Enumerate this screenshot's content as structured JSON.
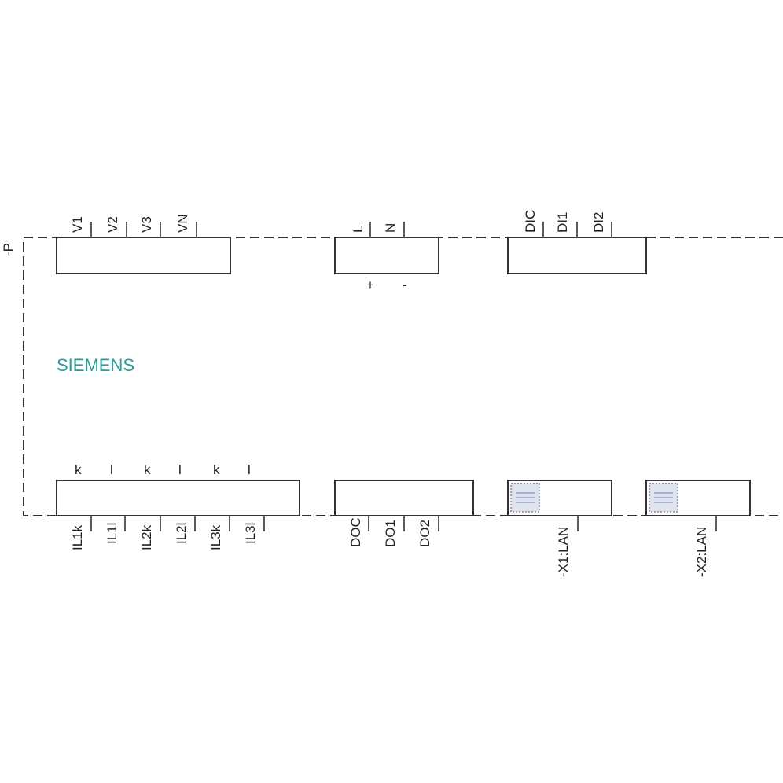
{
  "device": {
    "ref_mark": "-P",
    "brand": "SIEMENS",
    "brand_color": "#2a9d9b"
  },
  "top_terminals": {
    "voltage": [
      "V1",
      "V2",
      "V3",
      "VN"
    ],
    "power": [
      "L",
      "N"
    ],
    "power_polarity": [
      "+",
      "-"
    ],
    "digital_in": [
      "DIC",
      "DI1",
      "DI2"
    ]
  },
  "bottom_terminals": {
    "current_marks": [
      "k",
      "l",
      "k",
      "l",
      "k",
      "l"
    ],
    "current": [
      "IL1k",
      "IL1l",
      "IL2k",
      "IL2l",
      "IL3k",
      "IL3l"
    ],
    "digital_out": [
      "DOC",
      "DO1",
      "DO2"
    ],
    "lan": [
      "-X1:LAN",
      "-X2:LAN"
    ]
  }
}
